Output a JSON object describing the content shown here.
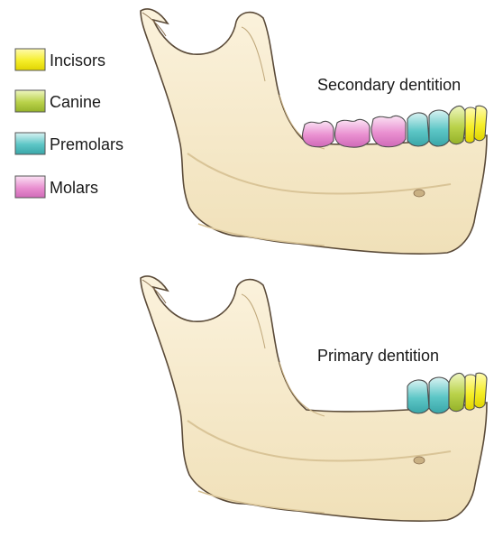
{
  "legend": [
    {
      "label": "Incisors",
      "color": "#f5ee2a"
    },
    {
      "label": "Canine",
      "color": "#b9d24a"
    },
    {
      "label": "Premolars",
      "color": "#5cc6c6"
    },
    {
      "label": "Molars",
      "color": "#e98fd0"
    }
  ],
  "diagrams": [
    {
      "caption": "Secondary dentition"
    },
    {
      "caption": "Primary dentition"
    }
  ],
  "colors": {
    "bone": "#f5e8c6",
    "bone_shade": "#e9d7a8",
    "outline": "#5a4a38"
  }
}
